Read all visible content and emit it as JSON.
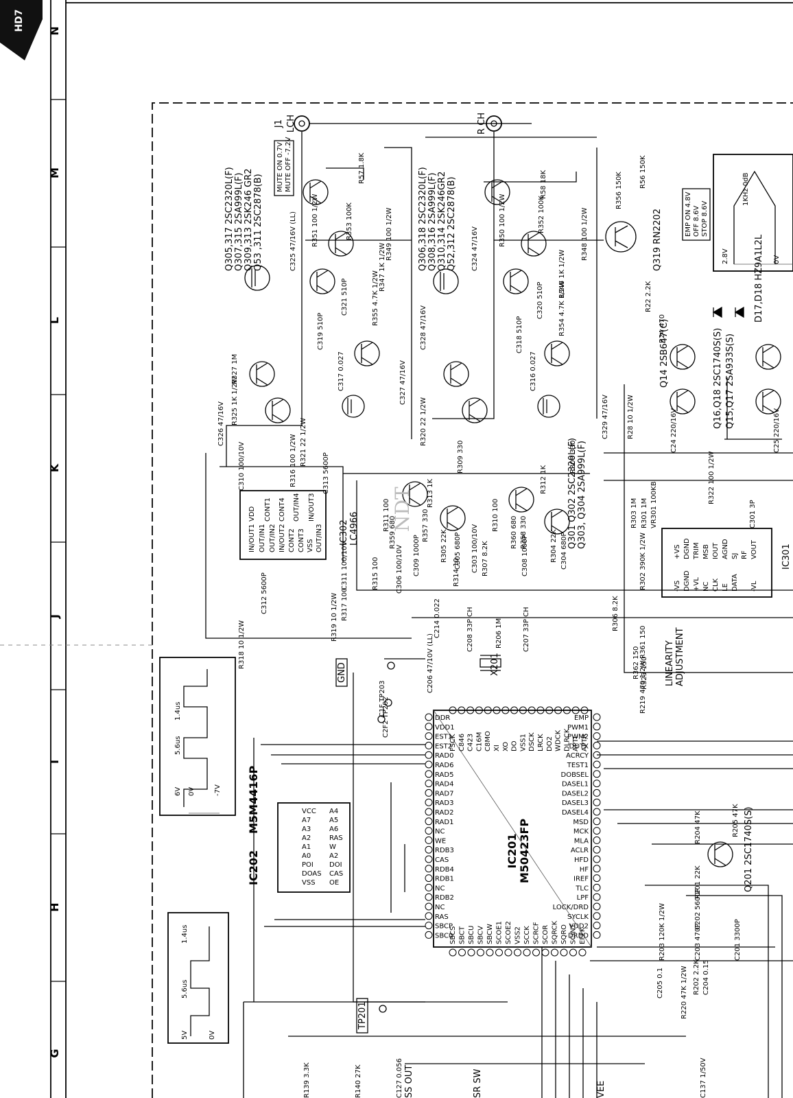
{
  "corner_tab": "HD7",
  "grid_letters": [
    "N",
    "M",
    "L",
    "K",
    "J",
    "I",
    "H",
    "G"
  ],
  "jacks": {
    "left": "LCH",
    "right": "R CH",
    "jack_id": "J1"
  },
  "transistor_lists": {
    "left": [
      "Q305,317  2SC2320L(F)",
      "Q307,315  2SA999L(F)",
      "Q309,313  2SK246 GR2",
      "Q53 ,311  2SC2878(B)"
    ],
    "right": [
      "Q306,318  2SC2320L(F)",
      "Q308,316  2SA999L(F)",
      "Q310,314  2SK246GR2",
      "Q52,312  2SC2878(B)"
    ],
    "mid": [
      "Q301  Q302  2SC2320L(F)",
      "Q303, Q304  2SA999L(F)"
    ]
  },
  "mute_note": [
    "MUTE ON  0.7V",
    "MUTE OFF -7.2V"
  ],
  "emp_note": [
    "EMP ON  4.8V",
    "OFF  8.6V",
    "STOP  8.6V"
  ],
  "diode_note": "D17,D18 HZ9A1L2L",
  "ic": {
    "ic201": {
      "name": "IC201",
      "part": "M50423FP",
      "top_pins": [
        "FSCK",
        "C846",
        "C423",
        "C16M",
        "C8MO",
        "XI",
        "XO",
        "DO",
        "VSS1",
        "DSCK",
        "LRCK",
        "DO2",
        "WDCK",
        "DLRCK",
        "APTL",
        "APTR"
      ],
      "right_pins": [
        "EMP",
        "PWM1",
        "PWM2",
        "DOTX",
        "ACRCY",
        "TEST1",
        "DOBSEL",
        "DASEL1",
        "DASEL2",
        "DASEL3",
        "DASEL4",
        "MSD",
        "MCK",
        "MLA",
        "ACLR",
        "HFD",
        "HF",
        "IREF",
        "TLC",
        "LPF",
        "LOCK/DRD",
        "SYCLK",
        "VDD2",
        "DRDD"
      ],
      "left_pins": [
        "DDR",
        "VDD1",
        "EST1",
        "EST2",
        "RAD0",
        "RAD6",
        "RAD5",
        "RAD4",
        "RAD7",
        "RAD3",
        "RAD2",
        "RAD1",
        "NC",
        "WE",
        "RDB3",
        "CAS",
        "RDB4",
        "RDB1",
        "NC",
        "RDB2",
        "NC",
        "RAS",
        "SBCP",
        "SBC0"
      ],
      "bottom_pins": [
        "SBCS",
        "SBCT",
        "SBCU",
        "SBCV",
        "SBCW",
        "SCOE1",
        "SCOE2",
        "VSS2",
        "SCCK",
        "SCRCF",
        "SCOR",
        "SQRCK",
        "SQRO",
        "SCINT",
        "EFFK"
      ]
    },
    "ic202": {
      "name": "IC202",
      "part": "M5M4416P",
      "pins": [
        "VCC",
        "A7",
        "A3",
        "A2",
        "A1",
        "A0",
        "POI",
        "DOAS",
        "VSS",
        "A4",
        "A5",
        "A6",
        "RAS",
        "W",
        "A2",
        "DOI",
        "CAS",
        "OE"
      ]
    },
    "ic302": {
      "name": "IC302",
      "part": "LC4966",
      "top_pins": [
        "VDD",
        "CONT1",
        "CONT4",
        "OUT/IN4",
        "IN/OUT3"
      ],
      "bottom_pins": [
        "IN/OUT1",
        "OUT/IN1",
        "OUT/IN2",
        "IN/OUT2",
        "CONT2",
        "CONT3",
        "VSS",
        "OUT/IN3"
      ]
    },
    "ic301": {
      "name": "IC301",
      "top_pins": [
        "+VS",
        "DGND",
        "TRIM",
        "MSB",
        "IOUT",
        "AGND",
        "SJ",
        "RF",
        "VOUT"
      ],
      "bottom_pins": [
        "-VS",
        "DGND",
        "+VL",
        "NC",
        "CLK",
        "LE",
        "DATA",
        "-VL"
      ]
    }
  },
  "adjust_label": [
    "LINEARITY",
    "ADJUSTMENT"
  ],
  "testpoints": [
    "GND",
    "TP201",
    "C2F2 TP202",
    "C1F TP203"
  ],
  "waveforms": {
    "w1": {
      "levels": [
        "6V",
        "0V",
        "-7V"
      ],
      "times": [
        "1.4us",
        "5.6us"
      ]
    },
    "w2": {
      "levels": [
        "5V",
        "0V"
      ],
      "times": [
        "1.4us",
        "5.6us"
      ]
    },
    "w3": {
      "times": [
        "1KHz  0dB"
      ],
      "levels": [
        "2.8V",
        "0V"
      ]
    }
  },
  "components": {
    "r57": "R57 1.8K",
    "r58": "R58 18K",
    "r56": "R56 150K",
    "r356": "R356 150K",
    "q319": "Q319 RN2202",
    "q14": "Q14 2SB647(C)",
    "q16q18": "Q16,Q18 2SC1740S(S)",
    "q15q17": "Q15,Q17 2SA933S(S)",
    "r22": "R22 2.2K",
    "r24": "R24 470",
    "r28": "R28 10 1/2W",
    "c24": "C24 220/16V",
    "c25": "C25 220/16V",
    "r322": "R322 100 1/2W",
    "c301": "C301 3P",
    "r303": "R303 1M",
    "r301": "R301 1M",
    "vr301": "VR301 100KB",
    "r302": "R302 390K 1/2W",
    "r306": "R306 8.2K",
    "r361": "R361 150",
    "r362": "R362 150",
    "r323": "R323 150",
    "r219": "R219 470 1/2W",
    "c214": "C214 0.022",
    "c208": "C208 33P CH",
    "r206": "R206 1M",
    "c207": "C207 33P CH",
    "x201": "X201",
    "c206": "C206 47/10V (LL)",
    "r204": "R204 47K",
    "r205": "R205 47K",
    "q201": "Q201 2SC1740S(S)",
    "r201": "R201 22K",
    "c202": "C202 5600P",
    "c201": "C201 3300P",
    "c203": "C203 470P",
    "r203": "R203 120K 1/2W",
    "r202": "R202 2.2K",
    "c204": "C204 0.15",
    "r220": "R220 47K 1/2W",
    "c205": "C205 0.1",
    "r318": "R318 10 1/2W",
    "r319": "R319 10 1/2W",
    "r317": "R317 100",
    "c312": "C312 5600P",
    "c313": "C313 5600P",
    "r316": "R316 100 1/2W",
    "c310": "C310 100/10V",
    "c311": "C311 100/10V",
    "c326": "C326 47/16V",
    "r325": "R325 1K 1/2W",
    "r327": "R327 1M",
    "r321": "R321 22 1/2W",
    "r320": "R320 22 1/2W",
    "c327": "C327 47/16V",
    "c328": "C328 47/16V",
    "c329": "C329 47/16V",
    "c325": "C325 47/16V (LL)",
    "c324": "C324 47/16V",
    "r351": "R351 100 1/2W",
    "r350": "R350 100 1/2W",
    "r353": "R353 100K",
    "r352": "R352 100K",
    "r349": "R349 100 1/2W",
    "r348": "R348 100 1/2W",
    "r347": "R347 1K 1/2W",
    "r346": "R346 1K 1/2W",
    "r355": "R355 4.7K 1/2W",
    "r354": "R354 4.7K 1/2W",
    "c321": "C321 510P",
    "c320": "C320 510P",
    "c319": "C319 510P",
    "c318": "C318 510P",
    "c317": "C317 0.027",
    "c316": "C316 0.027",
    "r309": "R309 330",
    "r308": "R308 330",
    "r312": "R312 1K",
    "r313": "R313 1K",
    "r311": "R311 100",
    "r310": "R310 100",
    "r357": "R357 330",
    "r358": "R358 330",
    "c309": "C309 1000P",
    "c308": "C308 1000P",
    "r305": "R305 22K",
    "r304": "R304 22K",
    "c305": "C305 680P",
    "c304": "C304 680P",
    "c306": "C306 100/10V",
    "c303": "C303 100/10V",
    "r314": "R314 10",
    "r307": "R307 8.2K",
    "r315": "R315 100",
    "r359": "R359 680",
    "r360": "R360 680",
    "c137": "C137 1/50V",
    "r140": "R140 27K",
    "c127": "C127 0.056",
    "r139": "R139 3.3K",
    "sr_sw": "SR SW",
    "ss_out": "SS OUT",
    "vee": "VEE"
  },
  "watermark": "NDT"
}
